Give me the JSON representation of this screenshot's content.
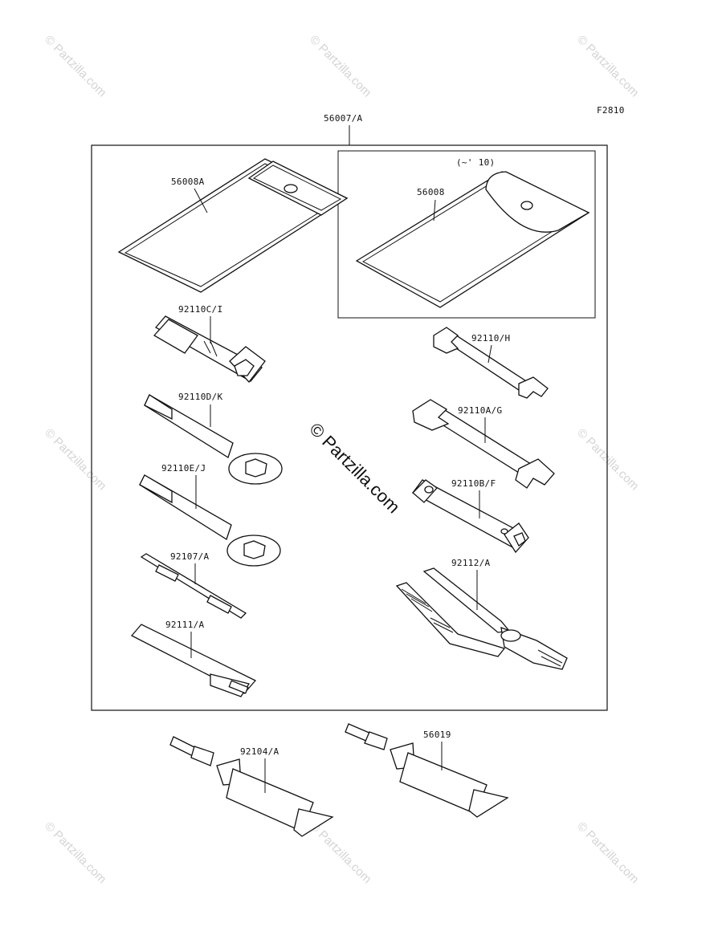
{
  "figure_code": "F2810",
  "watermark": "© Partzilla.com",
  "center_watermark": "© Partzilla.com",
  "assembly": {
    "part_number": "56007/A"
  },
  "inset": {
    "note": "(~' 10)"
  },
  "parts": {
    "pouch_a": "56008A",
    "pouch_b": "56008",
    "plug_wrench": "92110C/I",
    "box_wrench_1": "92110D/K",
    "box_wrench_2": "92110E/J",
    "screwdriver": "92107/A",
    "handle": "92111/A",
    "open_wrench_small": "92110/H",
    "open_wrench_large": "92110A/G",
    "tube_wrench": "92110B/F",
    "pliers": "92112/A",
    "grease_tube": "92104/A",
    "sealant_tube": "56019"
  }
}
